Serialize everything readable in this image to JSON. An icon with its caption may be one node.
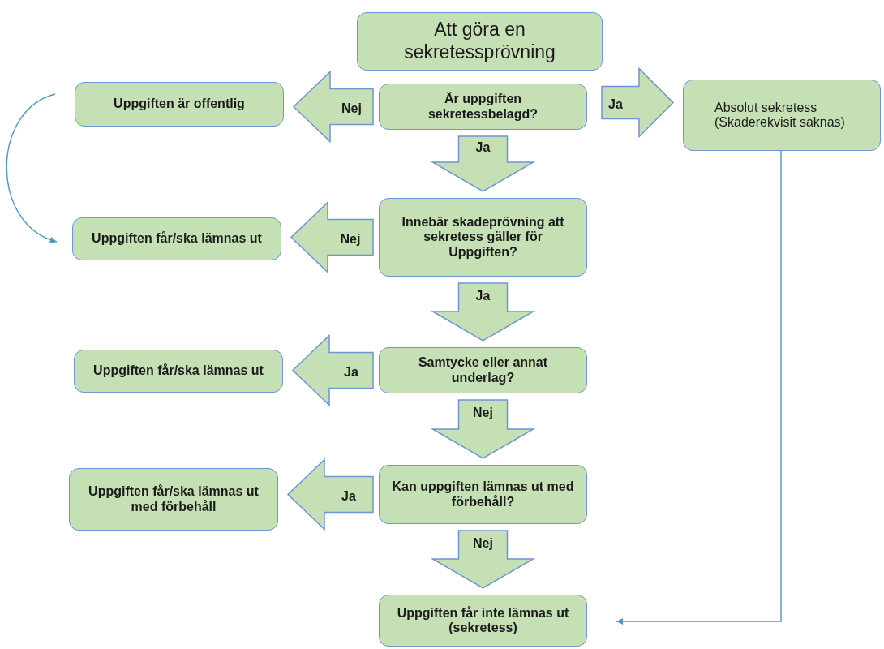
{
  "diagram": {
    "nodes": [
      {
        "text": [
          "Att göra en sekretessprövning"
        ]
      },
      {
        "text": [
          "Uppgiften är offentlig"
        ]
      },
      {
        "text": [
          "Är uppgiften sekretessbelagd?"
        ]
      },
      {
        "text": [
          "Absolut sekretess (Skaderekvisit saknas)"
        ]
      },
      {
        "text": [
          "Uppgiften får/ska lämnas ut"
        ]
      },
      {
        "text": [
          "Innebär skadeprövning att sekretess gäller för Uppgiften?"
        ]
      },
      {
        "text": [
          "Uppgiften får/ska lämnas ut"
        ]
      },
      {
        "text": [
          "Samtycke eller annat underlag?"
        ]
      },
      {
        "text": [
          "Uppgiften får/ska lämnas ut med förbehåll"
        ]
      },
      {
        "text": [
          "Kan uppgiften lämnas ut med förbehåll?"
        ]
      },
      {
        "text": [
          "Uppgiften får inte lämnas ut (sekretess)"
        ]
      }
    ],
    "edges": [
      {
        "from": 2,
        "to": 1,
        "arrow": "to",
        "label": "Nej",
        "style": "thick"
      },
      {
        "from": 2,
        "to": 3,
        "arrow": "to",
        "label": "Ja",
        "style": "thick"
      },
      {
        "from": 2,
        "to": 5,
        "arrow": "to",
        "label": "Ja",
        "style": "thick"
      },
      {
        "from": 5,
        "to": 4,
        "arrow": "to",
        "label": "Nej",
        "style": "thick"
      },
      {
        "from": 5,
        "to": 7,
        "arrow": "to",
        "label": "Ja",
        "style": "thick"
      },
      {
        "from": 7,
        "to": 6,
        "arrow": "to",
        "label": "Ja",
        "style": "thick"
      },
      {
        "from": 7,
        "to": 9,
        "arrow": "to",
        "label": "Nej",
        "style": "thick"
      },
      {
        "from": 9,
        "to": 8,
        "arrow": "to",
        "label": "Ja",
        "style": "thick"
      },
      {
        "from": 9,
        "to": 10,
        "arrow": "to",
        "label": "Nej",
        "style": "thick"
      },
      {
        "from": 1,
        "to": 4,
        "arrow": "to",
        "color": "#4a9bbd"
      },
      {
        "from": 3,
        "to": 10,
        "arrow": "to",
        "color": "#4a9bbd"
      }
    ]
  }
}
